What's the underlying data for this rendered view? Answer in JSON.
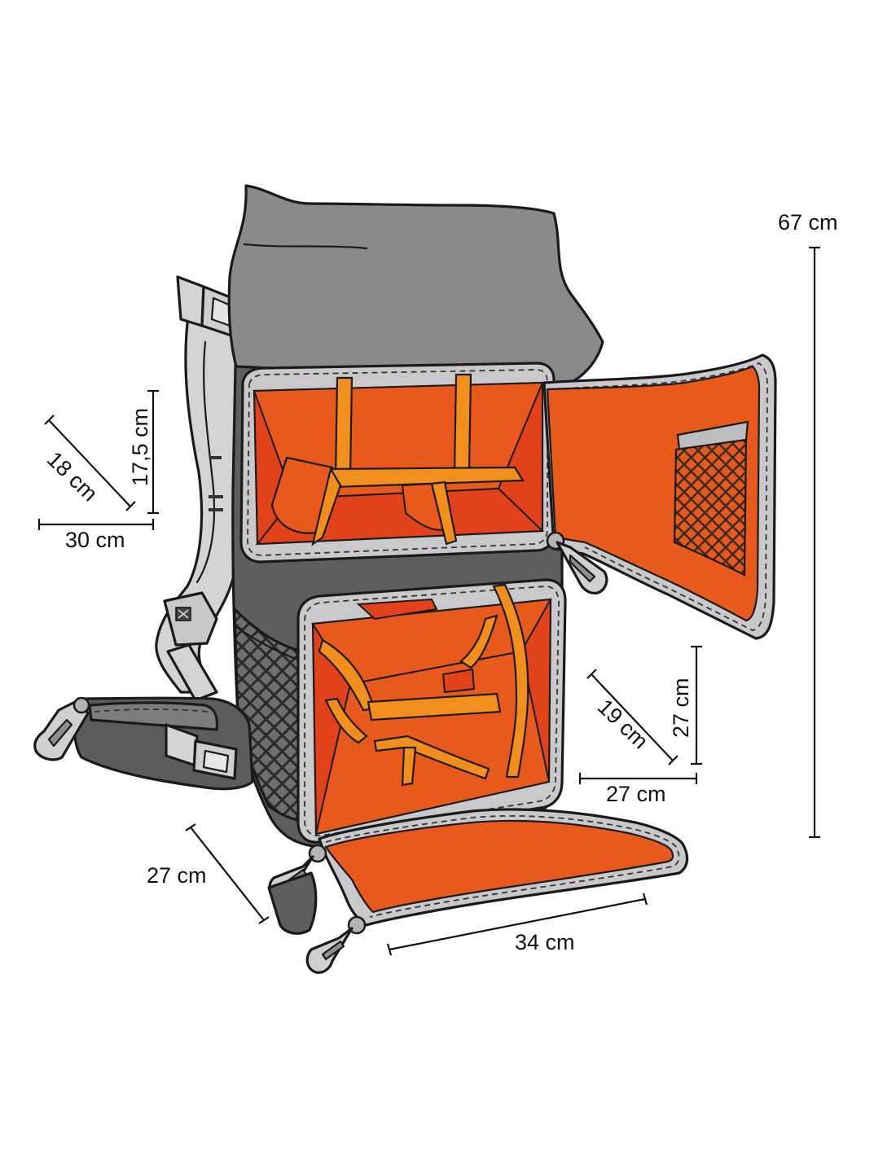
{
  "colors": {
    "body_dark": "#5a5b5d",
    "body_mid": "#6c6d6f",
    "lid_grey": "#8a8a8c",
    "strap_light": "#d4d4d6",
    "piping": "#c9c9cb",
    "interior_red": "#e2421a",
    "interior_orange": "#e85a1c",
    "divider_orange": "#f28e1c",
    "mesh": "#7a7a7c",
    "line": "#1a1a1a"
  },
  "dimensions": {
    "total_height": "67 cm",
    "top_compartment_height": "17,5 cm",
    "top_compartment_depth": "18 cm",
    "top_compartment_width": "30 cm",
    "bottom_compartment_height": "27 cm",
    "bottom_compartment_depth": "19 cm",
    "bottom_compartment_width": "27 cm",
    "bottom_door_depth": "27 cm",
    "bottom_door_width": "34 cm"
  }
}
